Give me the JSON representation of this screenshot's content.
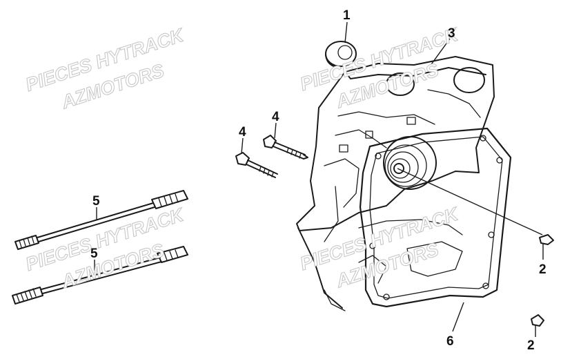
{
  "callouts": [
    {
      "id": "1",
      "label": "1"
    },
    {
      "id": "3",
      "label": "3"
    },
    {
      "id": "4a",
      "label": "4"
    },
    {
      "id": "4b",
      "label": "4"
    },
    {
      "id": "5a",
      "label": "5"
    },
    {
      "id": "5b",
      "label": "5"
    },
    {
      "id": "2a",
      "label": "2"
    },
    {
      "id": "2b",
      "label": "2"
    },
    {
      "id": "6",
      "label": "6"
    }
  ],
  "watermark": {
    "line1": "PIECES HYTRACK",
    "line2": "AZMOTORS"
  },
  "colors": {
    "ink": "#1a1a1a",
    "watermark_outline": "#c8c8c8",
    "background": "#ffffff"
  }
}
